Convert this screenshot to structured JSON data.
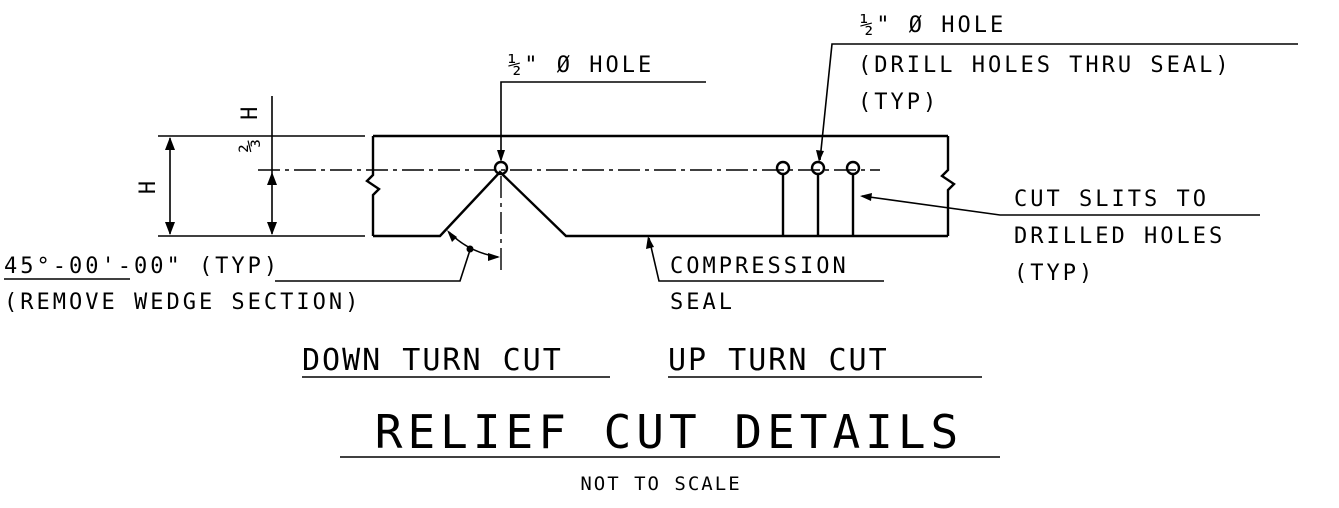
{
  "drawing": {
    "hole_label_left": "½\" Ø HOLE",
    "hole_label_right": "½\" Ø HOLE",
    "drill_note": "(DRILL HOLES THRU SEAL)",
    "typ_note_right": "(TYP)",
    "dim_h": "H",
    "dim_two_thirds_h": "⅔ H",
    "angle_note": "45°-00'-00\" (TYP)",
    "wedge_note": "(REMOVE WEDGE SECTION)",
    "compression_label": "COMPRESSION",
    "seal_label": "SEAL",
    "cut_slits_label": "CUT SLITS TO",
    "drilled_holes_label": "DRILLED HOLES",
    "typ_note_slits": "(TYP)"
  },
  "captions": {
    "down_turn": "DOWN TURN CUT",
    "up_turn": "UP TURN CUT",
    "title": "RELIEF CUT DETAILS",
    "scale_note": "NOT TO SCALE"
  }
}
